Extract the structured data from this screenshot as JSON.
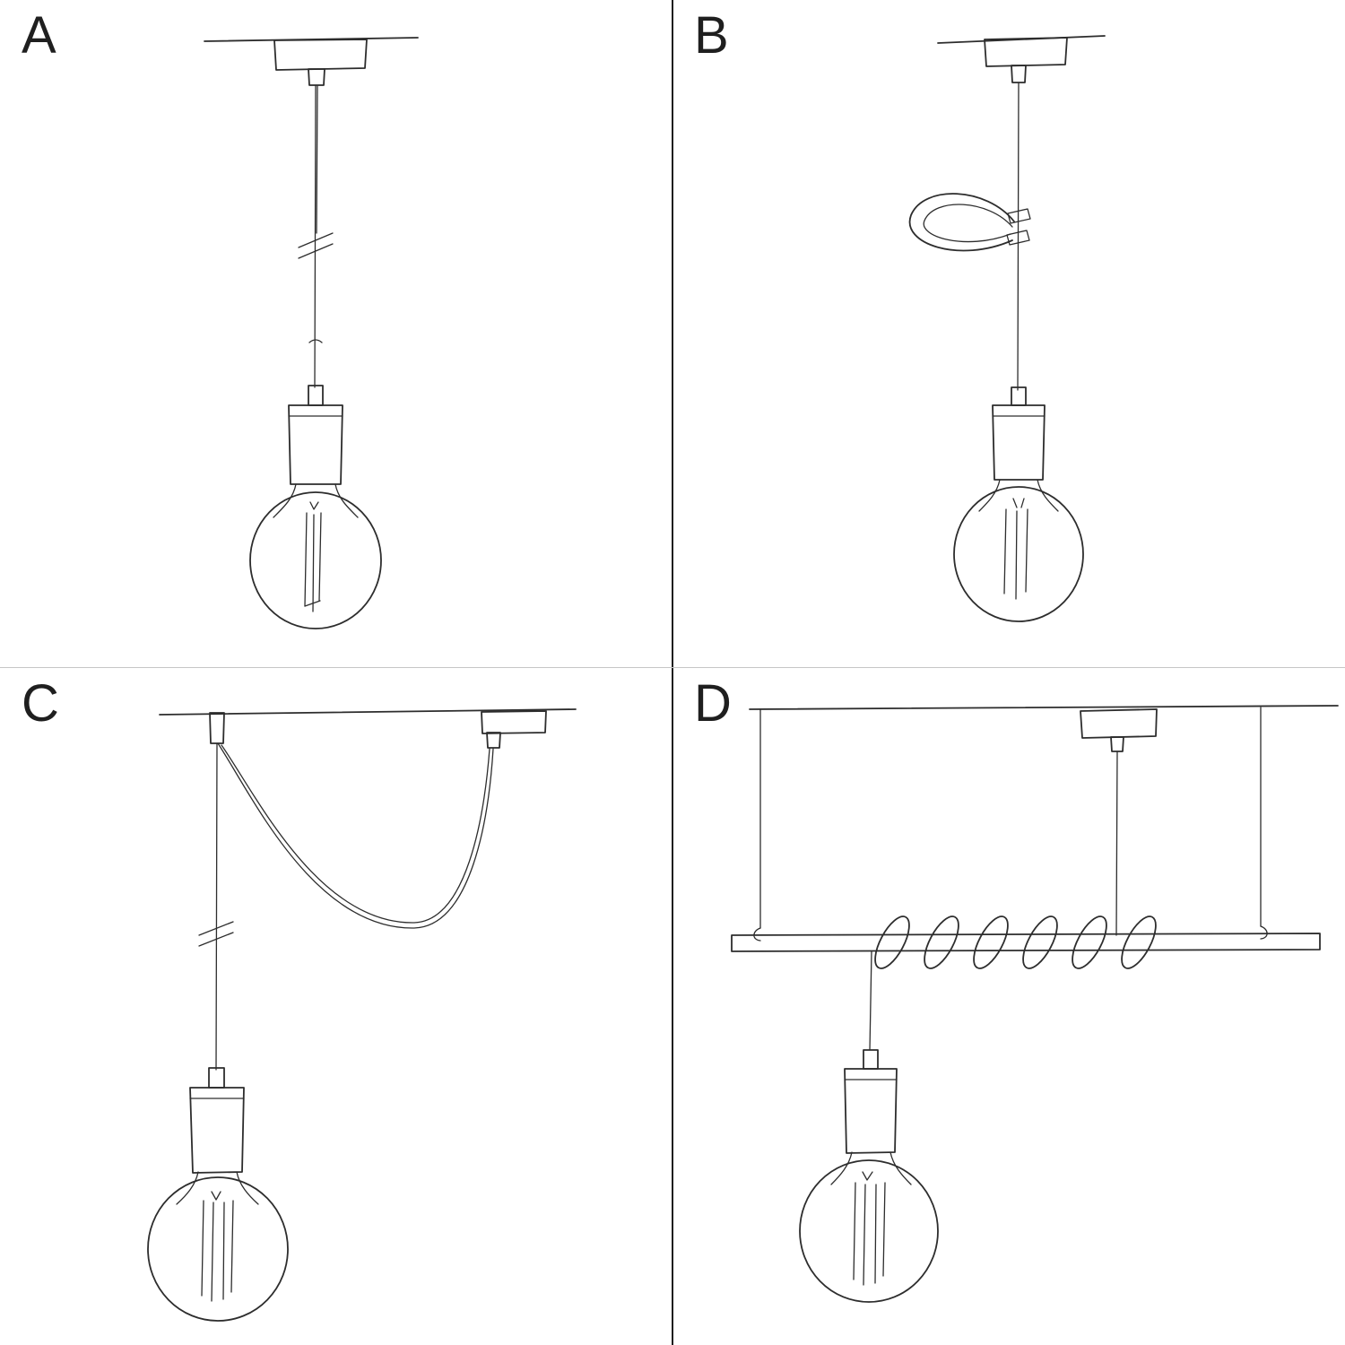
{
  "page": {
    "background": "#ffffff"
  },
  "colors": {
    "line": "#2d2d2d",
    "divider_vertical": "#1e1e1e",
    "divider_horizontal": "#c6c6c6",
    "label": "#1f1f1f"
  },
  "panels": [
    {
      "id": "panel-a",
      "label": "A",
      "sketch": "pendant-straight-cable-sketch"
    },
    {
      "id": "panel-b",
      "label": "B",
      "sketch": "pendant-with-cable-clip-sketch"
    },
    {
      "id": "panel-c",
      "label": "C",
      "sketch": "pendant-swag-hook-sketch"
    },
    {
      "id": "panel-d",
      "label": "D",
      "sketch": "pendant-wrapped-on-suspended-bar-sketch"
    }
  ]
}
